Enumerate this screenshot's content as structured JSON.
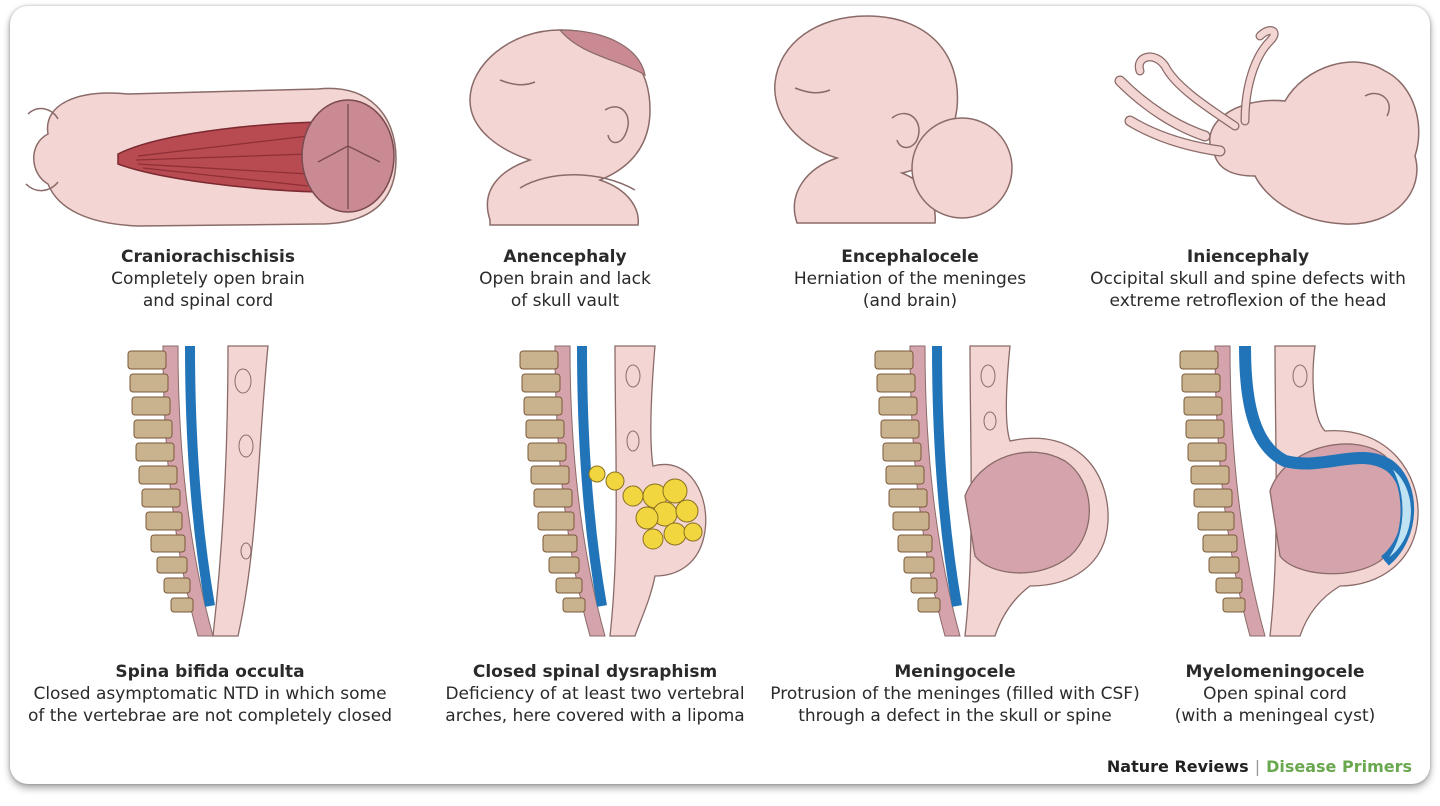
{
  "panels": [
    {
      "title": "Craniorachischisis",
      "desc": "Completely open brain\nand spinal cord"
    },
    {
      "title": "Anencephaly",
      "desc": "Open brain and lack\nof skull vault"
    },
    {
      "title": "Encephalocele",
      "desc": "Herniation of the meninges\n(and brain)"
    },
    {
      "title": "Iniencephaly",
      "desc": "Occipital skull and spine defects with\nextreme retroflexion of the head"
    },
    {
      "title": "Spina bifida occulta",
      "desc": "Closed asymptomatic NTD in which some\nof the vertebrae are not completely closed"
    },
    {
      "title": "Closed spinal dysraphism",
      "desc": "Deficiency of at least two vertebral\narches, here covered with a lipoma"
    },
    {
      "title": "Meningocele",
      "desc": "Protrusion of the meninges (filled with CSF)\nthrough a defect in the skull or spine"
    },
    {
      "title": "Myelomeningocele",
      "desc": "Open spinal cord\n(with a meningeal cyst)"
    }
  ],
  "footer": {
    "left": "Nature Reviews",
    "separator": "|",
    "right": "Disease Primers"
  },
  "colors": {
    "skin": "#f3d6d3",
    "skin_stroke": "#8a6b69",
    "spinal_cord": "#2274b8",
    "vertebra": "#c9b38f",
    "meninges": "#d4a3ab",
    "lipoma": "#f2d640",
    "accent_green": "#6aa84f"
  }
}
